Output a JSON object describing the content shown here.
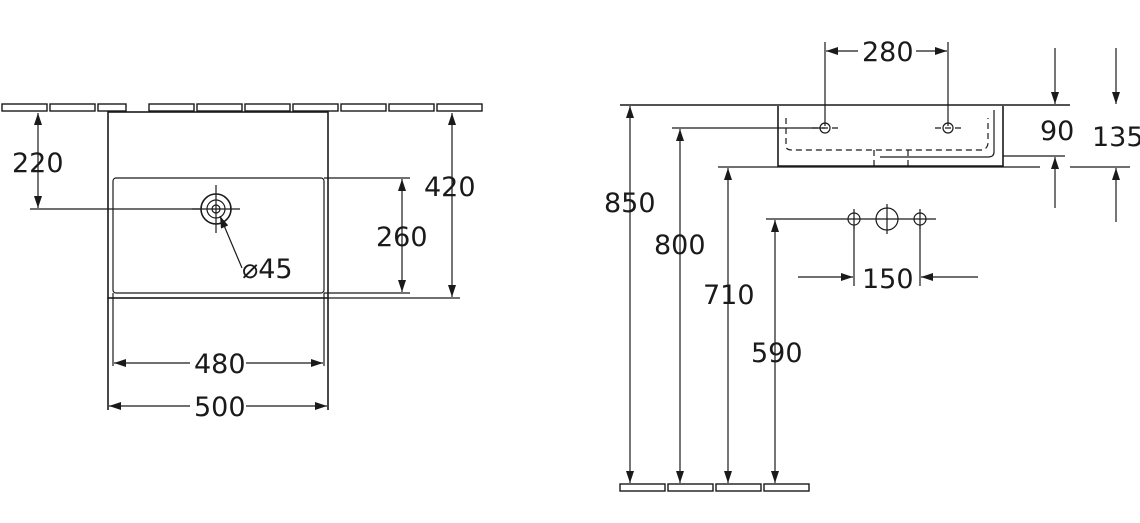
{
  "top_view": {
    "dim_220": "220",
    "dim_420": "420",
    "dim_260": "260",
    "dim_diameter": "⌀45",
    "dim_480": "480",
    "dim_500": "500"
  },
  "side_view": {
    "dim_280": "280",
    "dim_90": "90",
    "dim_135": "135",
    "dim_850": "850",
    "dim_800": "800",
    "dim_710": "710",
    "dim_590": "590",
    "dim_150": "150"
  }
}
